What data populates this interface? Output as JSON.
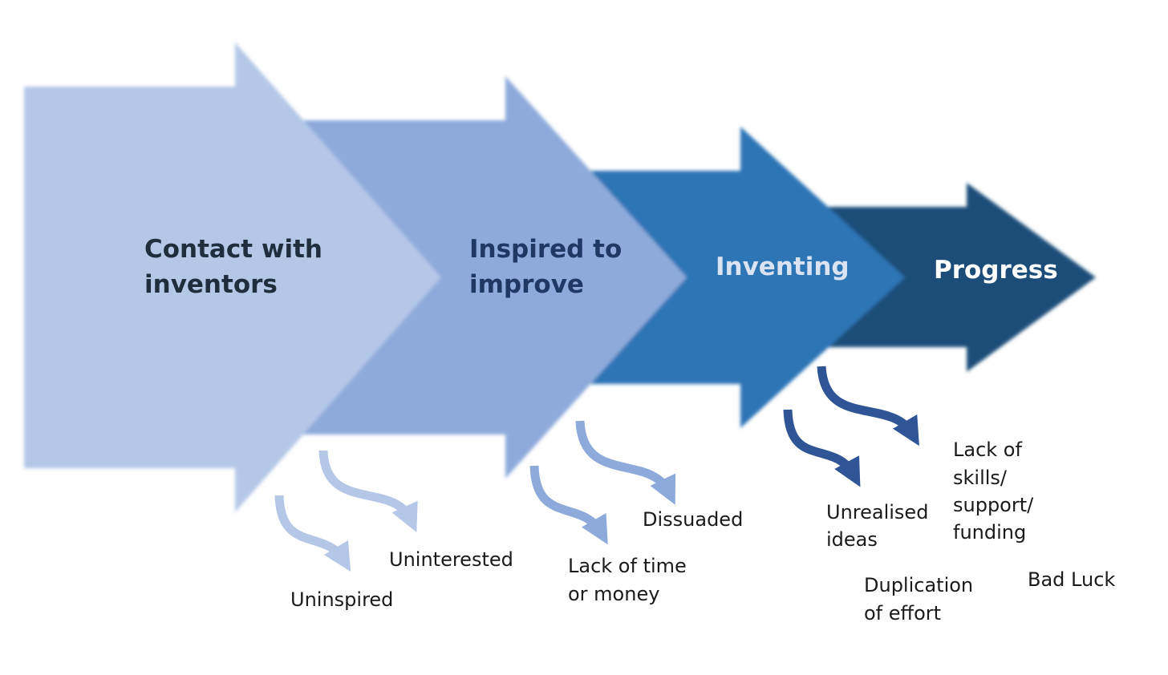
{
  "stages": [
    {
      "lines": [
        "Contact with",
        "inventors"
      ],
      "fill": "#b4c7e7",
      "text_color": "#1f2d3d"
    },
    {
      "lines": [
        "Inspired to",
        "improve"
      ],
      "fill": "#8eaadb",
      "text_color": "#1f3864"
    },
    {
      "lines": [
        "Inventing"
      ],
      "fill": "#2e75b6",
      "text_color": "#dae3f3"
    },
    {
      "lines": [
        "Progress"
      ],
      "fill": "#1f4e79",
      "text_color": "#ffffff"
    }
  ],
  "outcomes": [
    {
      "lines": [
        "Uninspired"
      ],
      "arrow_color": "#b4c7e7"
    },
    {
      "lines": [
        "Uninterested"
      ],
      "arrow_color": "#b4c7e7"
    },
    {
      "lines": [
        "Lack of time",
        "or money"
      ],
      "arrow_color": "#8eaadb"
    },
    {
      "lines": [
        "Dissuaded"
      ],
      "arrow_color": "#8eaadb"
    },
    {
      "lines": [
        "Unrealised",
        "ideas"
      ],
      "arrow_color": "#2f5597"
    },
    {
      "lines": [
        "Lack of",
        "skills/",
        "support/",
        "funding"
      ],
      "arrow_color": "#2f5597"
    },
    {
      "lines": [
        "Duplication",
        "of effort"
      ]
    },
    {
      "lines": [
        "Bad Luck"
      ]
    }
  ]
}
